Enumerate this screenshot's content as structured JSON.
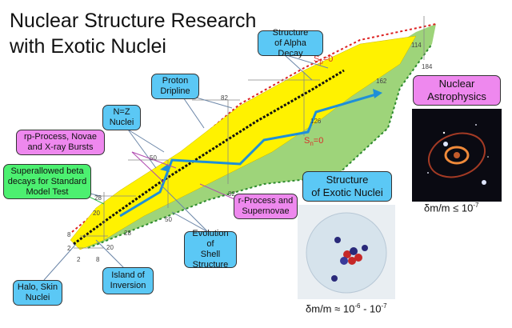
{
  "title": {
    "line1": "Nuclear Structure Research",
    "line2": "with Exotic Nuclei"
  },
  "callouts": {
    "alpha": [
      "Structure",
      "of Alpha Decay"
    ],
    "proton": [
      "Proton",
      "Dripline"
    ],
    "nz": [
      "N=Z",
      "Nuclei"
    ],
    "rp": [
      "rp-Process, Novae",
      "and X-ray Bursts"
    ],
    "superallowed": [
      "Superallowed beta",
      "decays for Standard",
      "Model Test"
    ],
    "rprocess": [
      "r-Process and",
      "Supernovae"
    ],
    "shell": [
      "Evolution of",
      "Shell",
      "Structure"
    ],
    "island": [
      "Island of",
      "Inversion"
    ],
    "halo": [
      "Halo, Skin",
      "Nuclei"
    ]
  },
  "driplines": {
    "sp": "S",
    "sp_sub": "p",
    "sp_val": "=0",
    "sn": "S",
    "sn_sub": "n",
    "sn_val": "=0"
  },
  "magic_numbers": [
    "2",
    "2",
    "8",
    "8",
    "20",
    "20",
    "28",
    "28",
    "50",
    "50",
    "82",
    "82",
    "126",
    "114",
    "162",
    "184"
  ],
  "astro": {
    "title": [
      "Nuclear",
      "Astrophysics"
    ],
    "precision": "δm/m ≤ 10",
    "exp": "-7"
  },
  "exotic": {
    "title": [
      "Structure",
      "of Exotic Nuclei"
    ],
    "precision": "δm/m ≈ 10",
    "exp1": "-6",
    "mid": " - 10",
    "exp2": "-7"
  },
  "colors": {
    "callout_blue": "#5bc8f5",
    "callout_pink": "#ee88ee",
    "callout_green": "#4cf070",
    "stable": "#111111",
    "known": "#fff200",
    "predicted": "#9ed47a",
    "path": "#1e8fd8"
  }
}
